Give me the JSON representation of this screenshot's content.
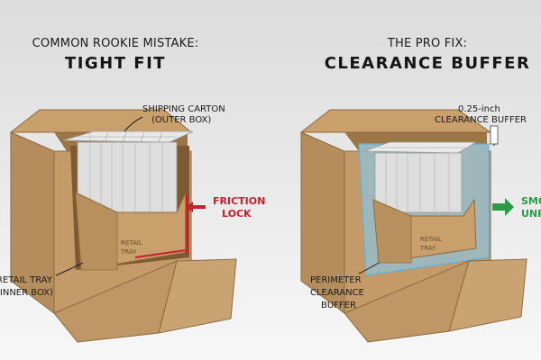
{
  "left": {
    "title_line1": "COMMON ROOKIE MISTAKE:",
    "title_line2": "TIGHT FIT",
    "carton_label_line1": "SHIPPING CARTON",
    "carton_label_line2": "(OUTER BOX)",
    "tray_label_line1": "RETAIL TRAY",
    "tray_label_line2": "(INNER BOX)",
    "friction_line1": "FRICTION",
    "friction_line2": "LOCK",
    "tray_print_line1": "RETAIL",
    "tray_print_line2": "TRAY"
  },
  "right": {
    "title_line1": "THE PRO FIX:",
    "title_line2": "CLEARANCE BUFFER",
    "clearance_label_line1": "0.25-inch",
    "clearance_label_line2": "CLEARANCE BUFFER",
    "perimeter_line1": "PERIMETER",
    "perimeter_line2": "CLEARANCE",
    "perimeter_line3": "BUFFER",
    "smooth_line1": "SMOOTH",
    "smooth_line2": "UNPACKING",
    "tray_print_line1": "RETAIL",
    "tray_print_line2": "TRAY"
  },
  "colors": {
    "cardboard": "#c49a68",
    "cardboard_dark": "#a8804f",
    "friction_red": "#c8202a",
    "smooth_green": "#2b9a48",
    "buffer_blue": "#a9d7ea"
  }
}
